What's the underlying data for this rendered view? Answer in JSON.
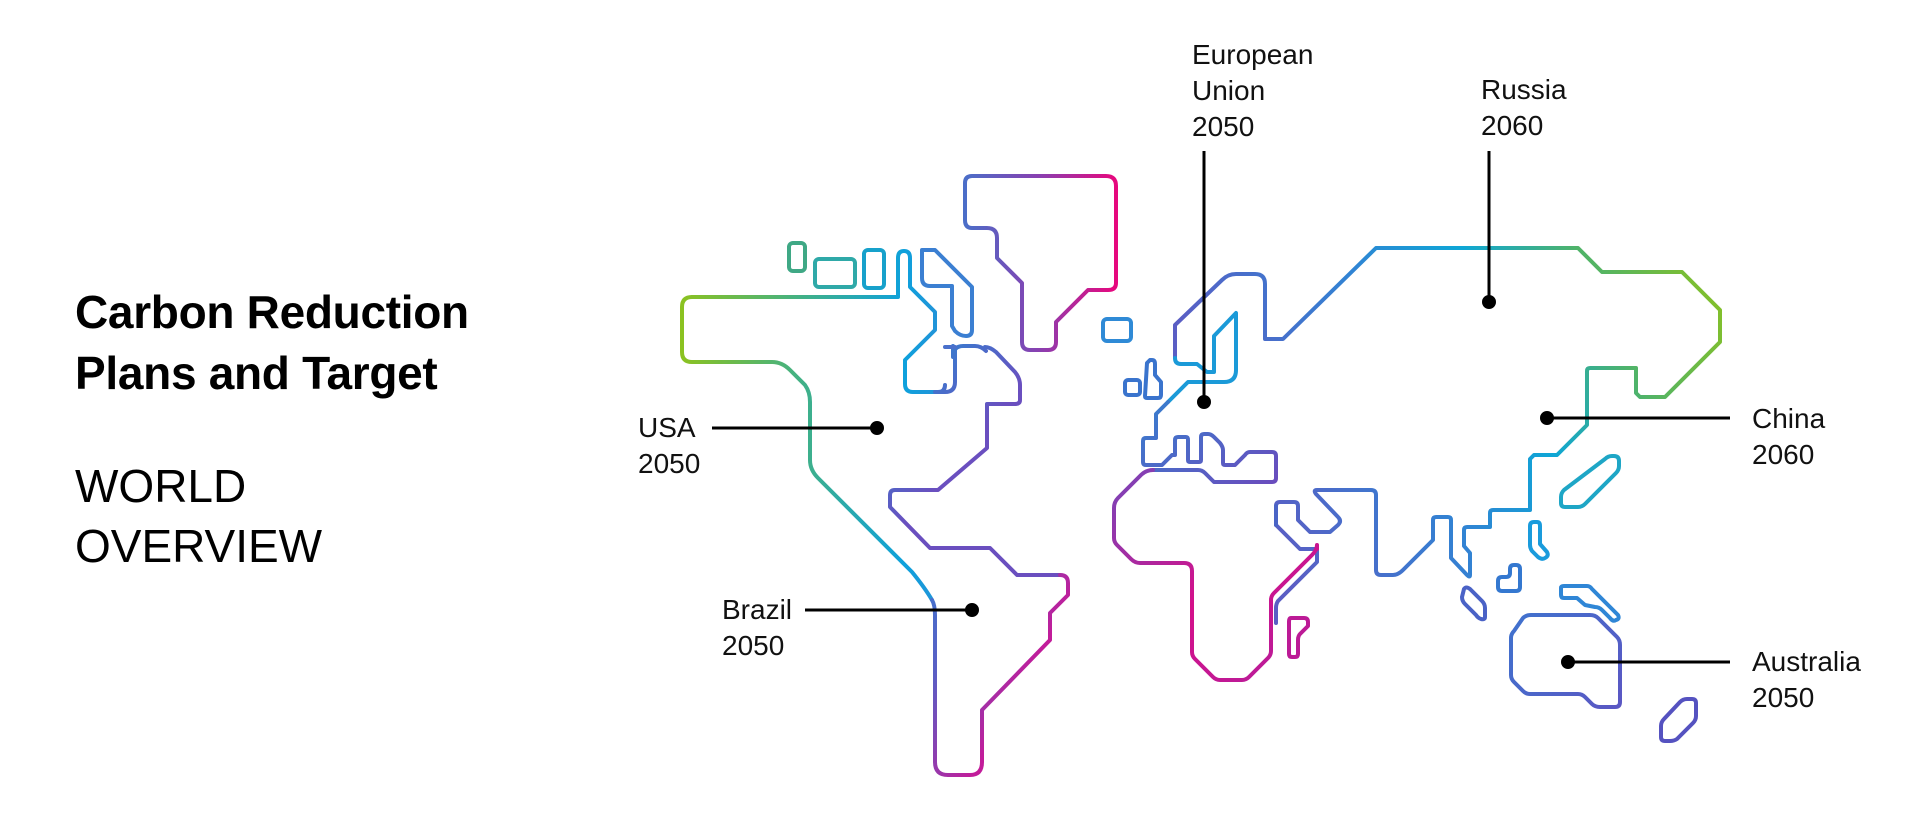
{
  "title": {
    "line1": "Carbon Reduction",
    "line2": "Plans and Target"
  },
  "subtitle": {
    "line1": "WORLD",
    "line2": "OVERVIEW"
  },
  "map": {
    "stroke_gradient": [
      "#8cc21f",
      "#3fb08a",
      "#0ea1dc",
      "#4b6ec8",
      "#7a45b8",
      "#e6087e"
    ],
    "marker_color": "#000000",
    "labels": [
      {
        "id": "usa",
        "name": "USA",
        "target_year": "2050"
      },
      {
        "id": "brazil",
        "name": "Brazil",
        "target_year": "2050"
      },
      {
        "id": "european-union",
        "name_line1": "European",
        "name_line2": "Union",
        "target_year": "2050"
      },
      {
        "id": "russia",
        "name": "Russia",
        "target_year": "2060"
      },
      {
        "id": "china",
        "name": "China",
        "target_year": "2060"
      },
      {
        "id": "australia",
        "name": "Australia",
        "target_year": "2050"
      }
    ]
  }
}
